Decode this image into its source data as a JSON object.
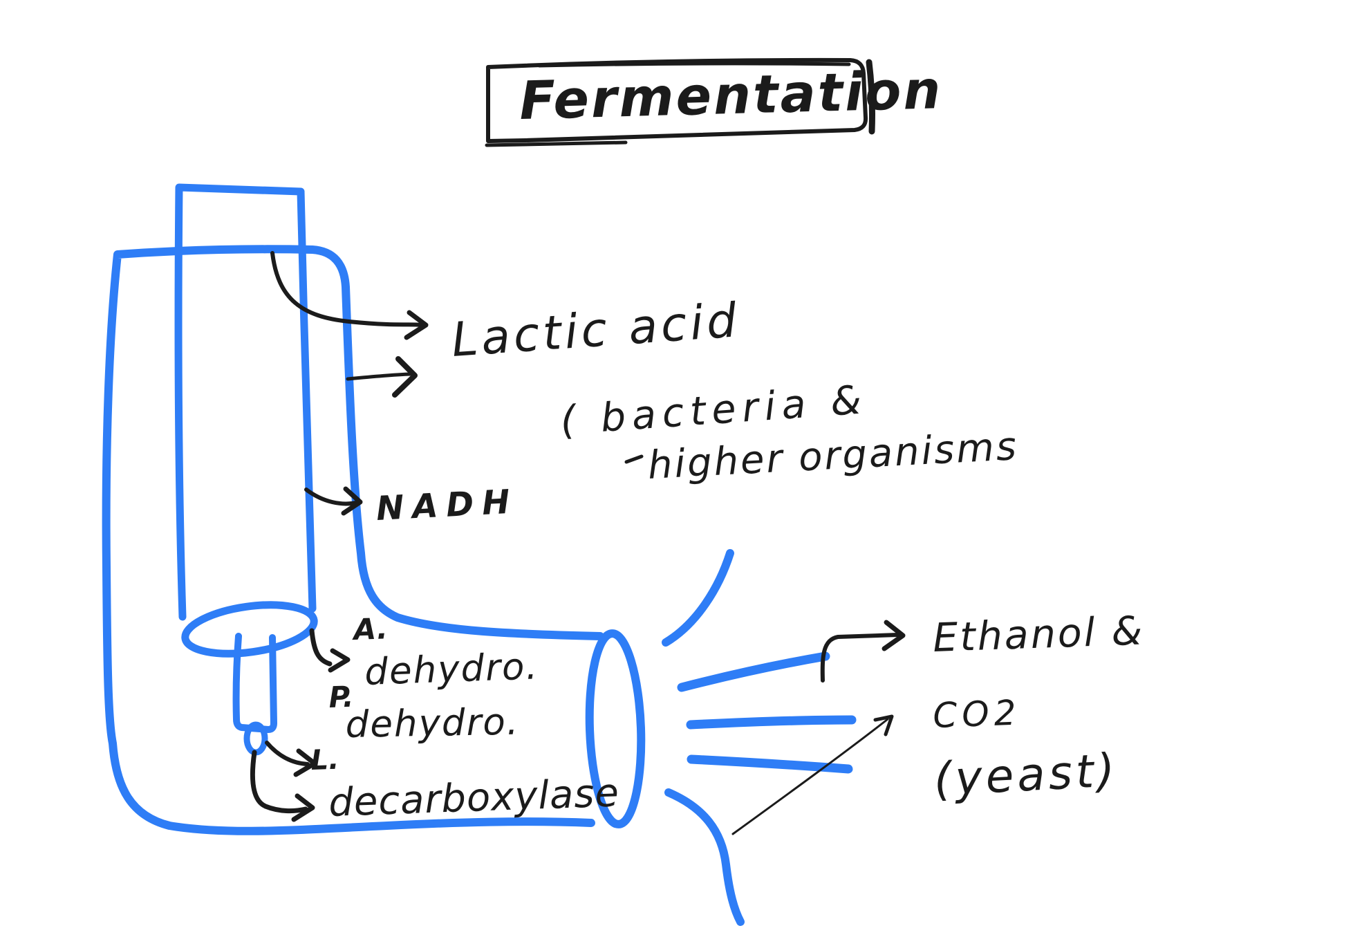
{
  "title": "Fermentation",
  "annotations": {
    "product_left": {
      "line1": "Lactic acid",
      "line2": "( bacteria &",
      "line3": "higher organisms"
    },
    "cofactor": "NADH",
    "enzymes": {
      "a_prefix": "A.",
      "a_name": "dehydro.",
      "p_prefix": "P.",
      "p_name": "dehydro.",
      "l_prefix": "L.",
      "l_name": "decarboxylase"
    },
    "product_right": {
      "line1": "Ethanol &",
      "line2": "CO2",
      "line3": "(yeast)"
    }
  },
  "colors": {
    "sketch_blue": "#2e7df6",
    "ink_black": "#1b1b1b",
    "background": "#ffffff"
  }
}
